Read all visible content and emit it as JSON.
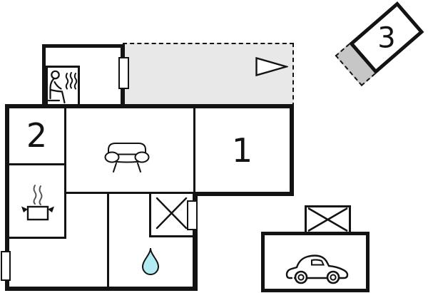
{
  "colors": {
    "background": "#ffffff",
    "wall": "#131313",
    "terrace_fill": "#e8e8e8",
    "annex_terrace_fill": "#c6c6c6",
    "water_drop_fill": "#b2ebf2"
  },
  "rooms": {
    "room1": {
      "label": "1"
    },
    "room2": {
      "label": "2"
    },
    "annex": {
      "label": "3"
    }
  },
  "icons": {
    "sauna": "person-seated-with-heat-waves",
    "kitchen": "cooking-pot-with-steam",
    "living_room": "sofa",
    "shower": "crossed-square",
    "bathroom": "water-drop",
    "terrace_direction": "right-pointing-triangle",
    "garage": "car",
    "garage_roof": "crossed-square",
    "door_window": "white-rectangle-wall-marker"
  }
}
